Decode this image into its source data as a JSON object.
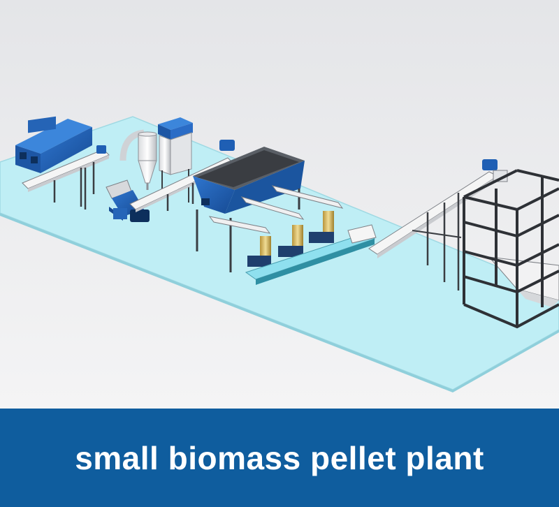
{
  "caption": {
    "title": "small biomass pellet plant"
  },
  "colors": {
    "banner": "#0f5d9e",
    "floor": "#bfeef5",
    "machine_blue": "#1f5fb4",
    "frame_steel": "#3a3d42",
    "conveyor_white": "#f4f4f4",
    "background": "#ececee"
  },
  "equipment": [
    "dryer",
    "inclined-belt-conveyor",
    "cyclone-separator",
    "dust-collector",
    "hammer-mill",
    "screw-conveyor",
    "storage-silo",
    "pellet-mills",
    "flat-belt-conveyor",
    "bucket-conveyor",
    "storage-frame"
  ]
}
